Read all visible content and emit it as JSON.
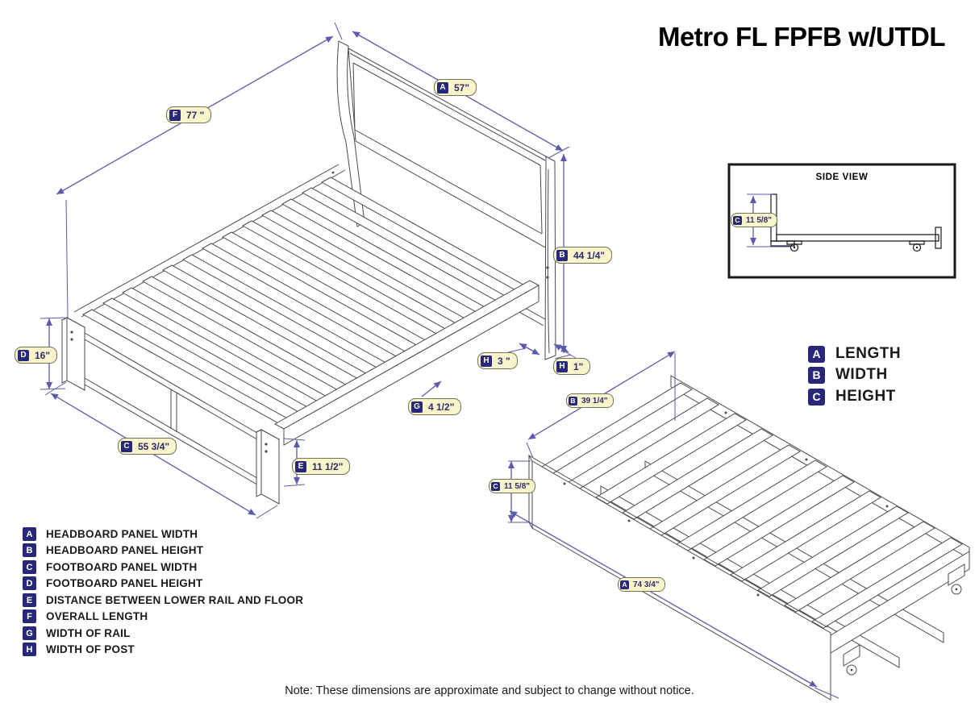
{
  "title": "Metro FL FPFB w/UTDL",
  "side_view": {
    "label": "SIDE VIEW",
    "dim": {
      "letter": "C",
      "value": "11 5/8\""
    }
  },
  "bed_dimensions": [
    {
      "letter": "F",
      "value": "77 \""
    },
    {
      "letter": "A",
      "value": "57\""
    },
    {
      "letter": "B",
      "value": "44 1/4\""
    },
    {
      "letter": "D",
      "value": "16\""
    },
    {
      "letter": "H",
      "value": "3 \""
    },
    {
      "letter": "H",
      "value": "1\""
    },
    {
      "letter": "G",
      "value": "4 1/2\""
    },
    {
      "letter": "C",
      "value": "55 3/4\""
    },
    {
      "letter": "E",
      "value": "11 1/2\""
    }
  ],
  "trundle_dimensions": [
    {
      "letter": "B",
      "value": "39 1/4\""
    },
    {
      "letter": "C",
      "value": "11 5/8\""
    },
    {
      "letter": "A",
      "value": "74 3/4\""
    }
  ],
  "abc_legend": [
    {
      "letter": "A",
      "label": "LENGTH"
    },
    {
      "letter": "B",
      "label": "WIDTH"
    },
    {
      "letter": "C",
      "label": "HEIGHT"
    }
  ],
  "key_legend": [
    {
      "letter": "A",
      "label": "HEADBOARD PANEL WIDTH"
    },
    {
      "letter": "B",
      "label": "HEADBOARD PANEL HEIGHT"
    },
    {
      "letter": "C",
      "label": "FOOTBOARD PANEL WIDTH"
    },
    {
      "letter": "D",
      "label": "FOOTBOARD PANEL HEIGHT"
    },
    {
      "letter": "E",
      "label": "DISTANCE BETWEEN LOWER RAIL AND FLOOR"
    },
    {
      "letter": "F",
      "label": "OVERALL LENGTH"
    },
    {
      "letter": "G",
      "label": "WIDTH OF RAIL"
    },
    {
      "letter": "H",
      "label": "WIDTH OF POST"
    }
  ],
  "note": "Note:  These dimensions are approximate and subject to change without notice.",
  "colors": {
    "dimension_line": "#5b5baa",
    "badge_navy": "#28287a",
    "pill_fill": "#faf4cb",
    "pill_border": "#72725c",
    "artwork_line": "#4a4a4a"
  }
}
